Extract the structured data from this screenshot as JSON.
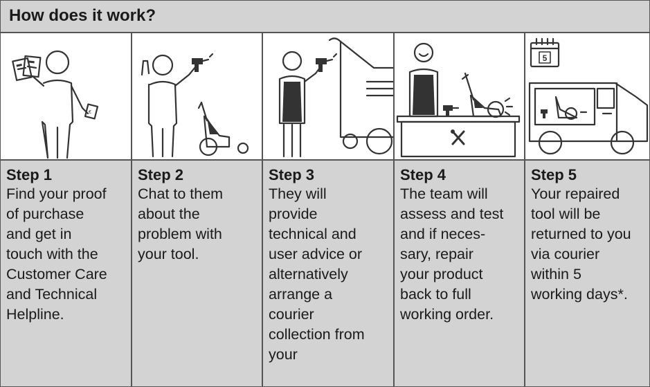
{
  "header": {
    "title": "How does it work?"
  },
  "steps": [
    {
      "title": "Step 1",
      "text": "Find your proof\nof purchase\nand get in\ntouch with the\nCustomer Care\nand Technical\nHelpline."
    },
    {
      "title": "Step 2",
      "text": "Chat to them\nabout the\nproblem with\nyour tool."
    },
    {
      "title": "Step 3",
      "text": "They will\nprovide\ntechnical and\nuser advice or\nalternatively\narrange a\ncourier\ncollection from\nyour"
    },
    {
      "title": "Step 4",
      "text": "The team will\nassess and test\nand if neces-\nsary, repair\nyour product\nback to full\nworking order."
    },
    {
      "title": "Step 5",
      "text": "Your repaired\ntool will be\nreturned to you\nvia courier\nwithin 5\nworking days*."
    }
  ],
  "calendar_day": "5",
  "icons": [
    "person-with-documents-icon",
    "person-with-drill-and-mower-icon",
    "technician-with-trolley-icon",
    "workbench-repair-icon",
    "calendar-and-van-icon"
  ]
}
